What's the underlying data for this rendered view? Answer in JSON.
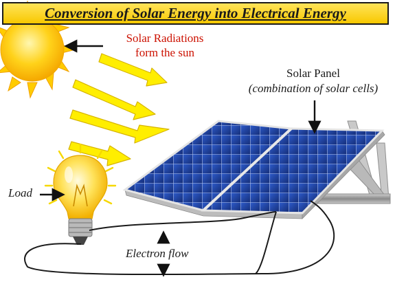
{
  "title": "Conversion of Solar Energy into Electrical Energy",
  "sun_label": {
    "line1": "Solar Radiations",
    "line2": "form the sun"
  },
  "panel_label": {
    "line1": "Solar Panel",
    "line2": "(combination of solar cells)"
  },
  "load_label": "Load",
  "flow_label": "Electron flow",
  "colors": {
    "title_bg": "#f8c800",
    "sun": "#ffcc00",
    "rays": "#ffee00",
    "panel_cell": "#1d3f9e",
    "frame": "#d8d8d8",
    "label_red": "#cc1100"
  },
  "icons": [
    "sun-icon",
    "light-bulb-icon",
    "solar-panel-icon"
  ]
}
